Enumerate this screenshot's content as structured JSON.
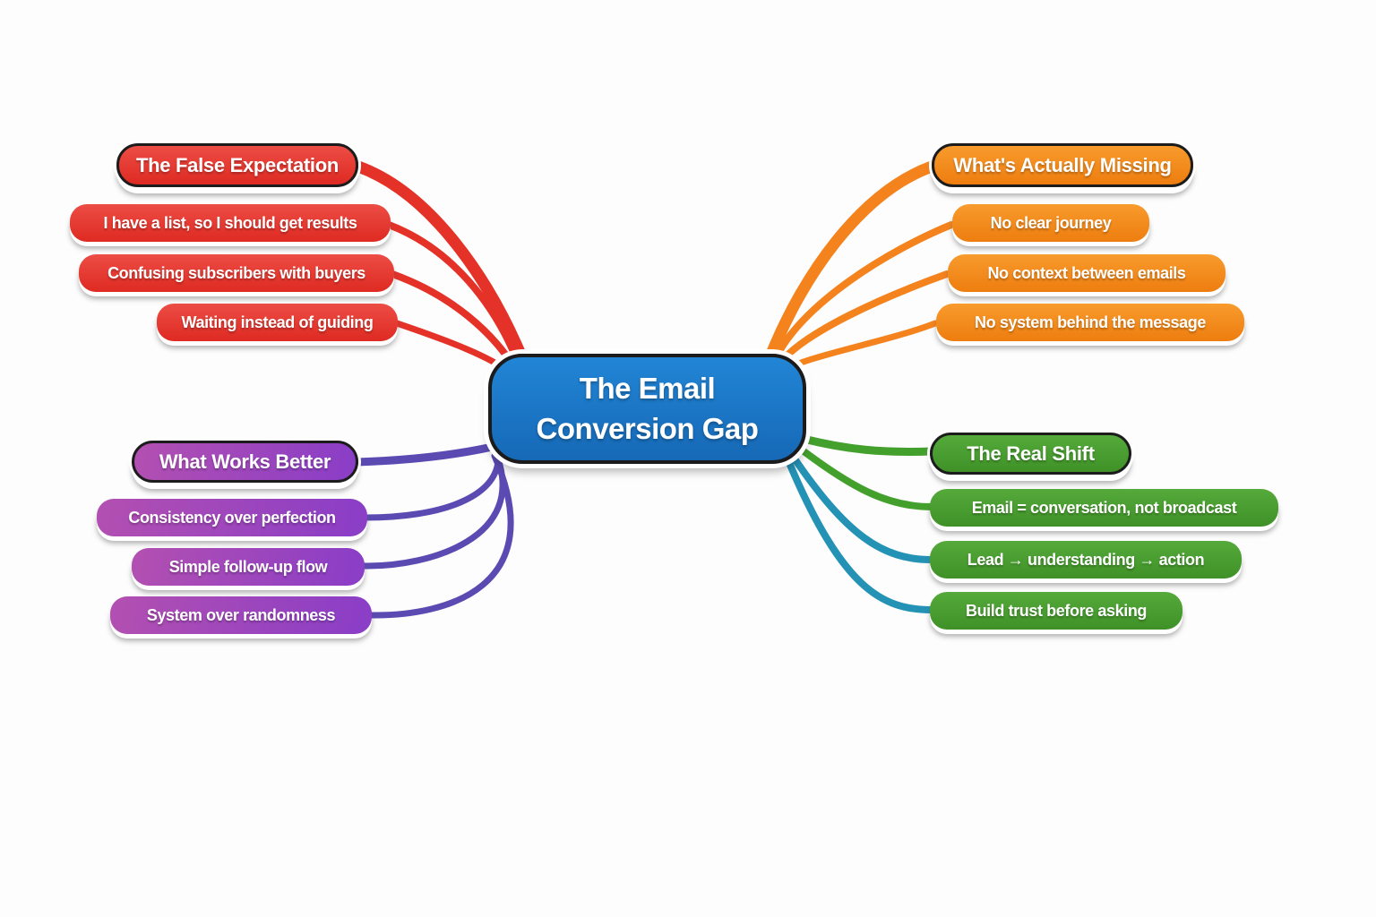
{
  "center": {
    "title_line1": "The Email",
    "title_line2": "Conversion Gap",
    "color": "#1b79c8"
  },
  "branches": [
    {
      "label": "The False Expectation",
      "color": "#e43028",
      "connector_color": "#e53228",
      "position": "top-left",
      "items": [
        "I have a list, so I should get results",
        "Confusing subscribers with buyers",
        "Waiting instead of guiding"
      ]
    },
    {
      "label": "What's Actually Missing",
      "color": "#f4861a",
      "connector_color": "#f5831d",
      "position": "top-right",
      "items": [
        "No clear journey",
        "No context between emails",
        "No system behind the message"
      ]
    },
    {
      "label": "What Works Better",
      "color": "#a549c0",
      "connector_color": "#5a4ab2",
      "position": "bottom-left",
      "items": [
        "Consistency over perfection",
        "Simple follow-up flow",
        "System over randomness"
      ]
    },
    {
      "label": "The Real Shift",
      "color": "#47a02f",
      "connector_color": "#44a02c",
      "connector_color_alt": "#2492b5",
      "position": "bottom-right",
      "items": [
        "Email = conversation, not broadcast",
        "Lead → understanding → action",
        "Build trust before asking"
      ]
    }
  ]
}
